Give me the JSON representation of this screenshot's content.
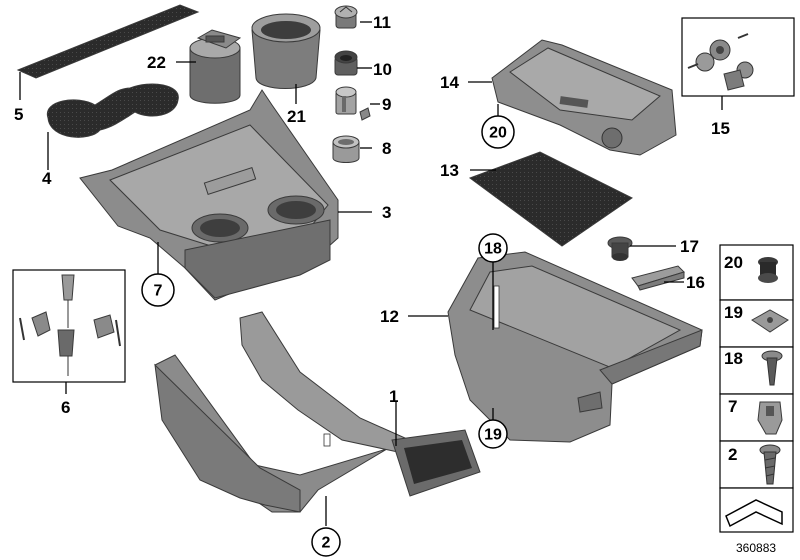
{
  "diagram": {
    "reference_number": "360883",
    "callouts": {
      "c1": "1",
      "c2": "2",
      "c3": "3",
      "c4": "4",
      "c5": "5",
      "c6": "6",
      "c7": "7",
      "c8": "8",
      "c9": "9",
      "c10": "10",
      "c11": "11",
      "c12": "12",
      "c13": "13",
      "c14": "14",
      "c15": "15",
      "c16": "16",
      "c17": "17",
      "c18": "18",
      "c19": "19",
      "c20": "20",
      "c21": "21",
      "c22": "22"
    },
    "hardware_legend": {
      "h20": "20",
      "h19": "19",
      "h18": "18",
      "h7": "7",
      "h2": "2"
    }
  },
  "colors": {
    "part_fill": "#8f8f8f",
    "part_dark": "#5c5c5c",
    "part_light": "#b8b8b8",
    "mat_fill": "#2b2b2b",
    "outline": "#000000"
  }
}
